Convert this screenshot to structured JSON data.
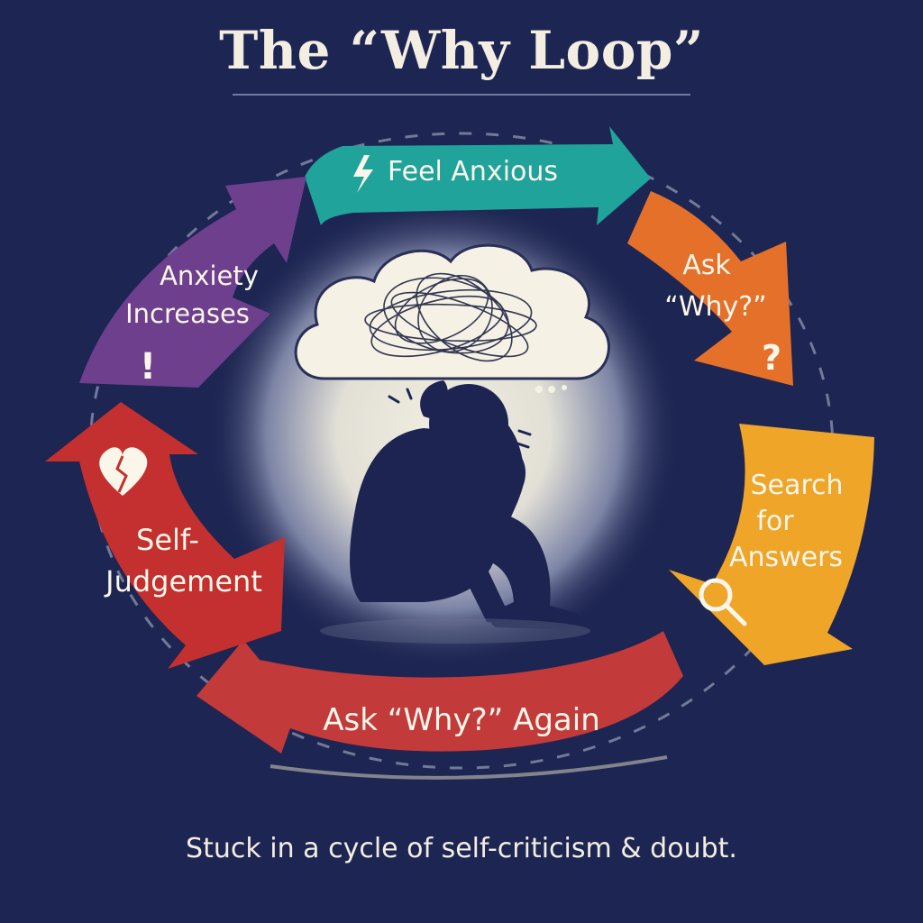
{
  "title": "The “Why Loop”",
  "caption": "Stuck in a cycle of self-criticism & doubt.",
  "steps": {
    "feel_anxious": "Feel Anxious",
    "ask_why": {
      "line1": "Ask",
      "line2": "“Why?”"
    },
    "search": {
      "line1": "Search",
      "line2": "for",
      "line3": "Answers"
    },
    "ask_again": "Ask “Why?” Again",
    "judgement": {
      "line1": "Self-",
      "line2": "Judgement"
    },
    "increases": {
      "line1": "Anxiety",
      "line2": "Increases"
    }
  },
  "glyphs": {
    "question": "?",
    "exclaim": "!"
  },
  "colors": {
    "background": "#1d2552",
    "feel_anxious": "#1fa39a",
    "ask_why": "#e4702a",
    "search": "#eea528",
    "ask_again": "#c23a3a",
    "judgement": "#c3302f",
    "increases": "#6d3f8d"
  },
  "icons": [
    "lightning-icon",
    "question-mark-icon",
    "magnifier-icon",
    "broken-heart-icon",
    "exclamation-icon",
    "tangled-thought-cloud",
    "distressed-person"
  ]
}
